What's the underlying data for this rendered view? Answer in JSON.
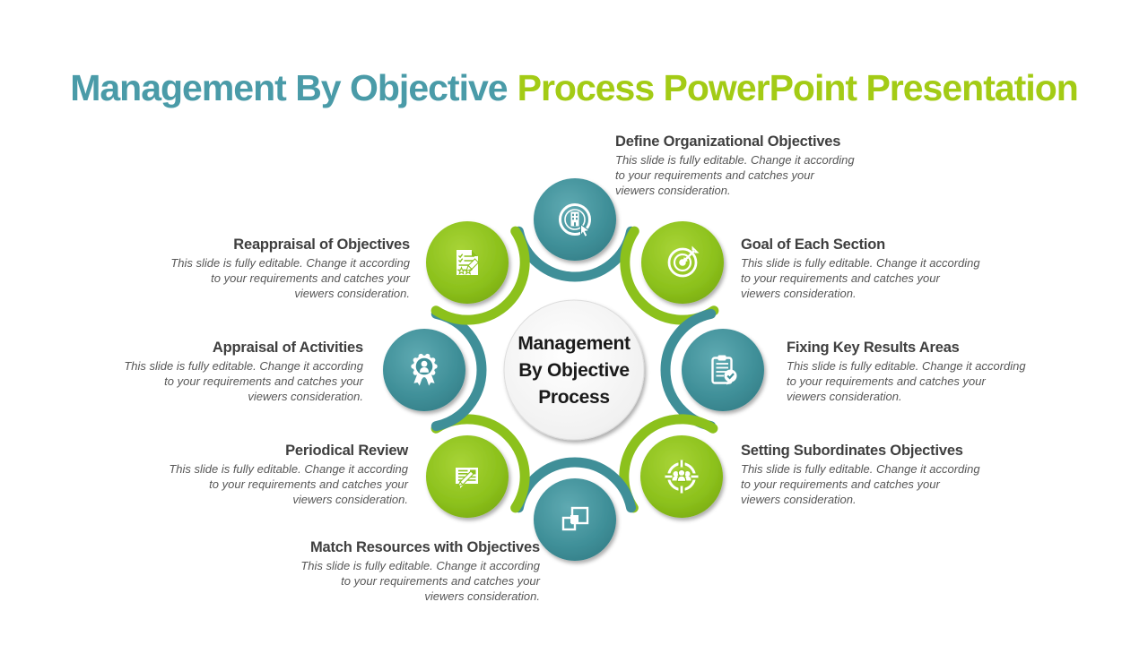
{
  "title": {
    "part1": "Management By Objective",
    "part2": "Process PowerPoint Presentation"
  },
  "center": {
    "label": "Management By Objective Process"
  },
  "colors": {
    "teal": "#3F8F98",
    "green": "#8CC11C",
    "title_teal": "#4A9BA8",
    "title_green": "#A3CB15",
    "heading_text": "#3F3F3F",
    "body_text": "#575757",
    "center_text": "#1A1A1A",
    "icon": "#FFFFFF"
  },
  "items": [
    {
      "title": "Define Organizational Objectives",
      "color": "teal",
      "icon": "organization-target-icon",
      "desc_lines": [
        "This slide is fully editable. Change it according",
        "to your requirements and catches your",
        "viewers consideration."
      ]
    },
    {
      "title": "Goal of Each Section",
      "color": "green",
      "icon": "dart-target-icon",
      "desc_lines": [
        "This slide is fully editable. Change it according",
        "to your requirements and catches your",
        "viewers consideration."
      ]
    },
    {
      "title": "Fixing Key Results Areas",
      "color": "teal",
      "icon": "clipboard-check-icon",
      "desc_lines": [
        "This slide is fully editable. Change it according",
        "to your requirements and catches your",
        "viewers consideration."
      ]
    },
    {
      "title": "Setting Subordinates Objectives",
      "color": "green",
      "icon": "team-crosshair-icon",
      "desc_lines": [
        "This slide is fully editable. Change it according",
        "to your requirements and catches your",
        "viewers consideration."
      ]
    },
    {
      "title": "Match Resources with Objectives",
      "color": "teal",
      "icon": "overlapping-squares-icon",
      "desc_lines": [
        "This slide is fully editable. Change it according",
        "to your requirements and catches your",
        "viewers consideration."
      ]
    },
    {
      "title": "Periodical Review",
      "color": "green",
      "icon": "note-pencil-bubble-icon",
      "desc_lines": [
        "This slide is fully editable. Change it according",
        "to your requirements and catches your",
        "viewers consideration."
      ]
    },
    {
      "title": "Appraisal of Activities",
      "color": "teal",
      "icon": "award-ribbon-person-icon",
      "desc_lines": [
        "This slide is fully editable. Change it according",
        "to your requirements and catches your",
        "viewers consideration."
      ]
    },
    {
      "title": "Reappraisal of Objectives",
      "color": "green",
      "icon": "checklist-pencil-stars-icon",
      "desc_lines": [
        "This slide is fully editable. Change it according",
        "to your requirements and catches your",
        "viewers consideration."
      ]
    }
  ]
}
